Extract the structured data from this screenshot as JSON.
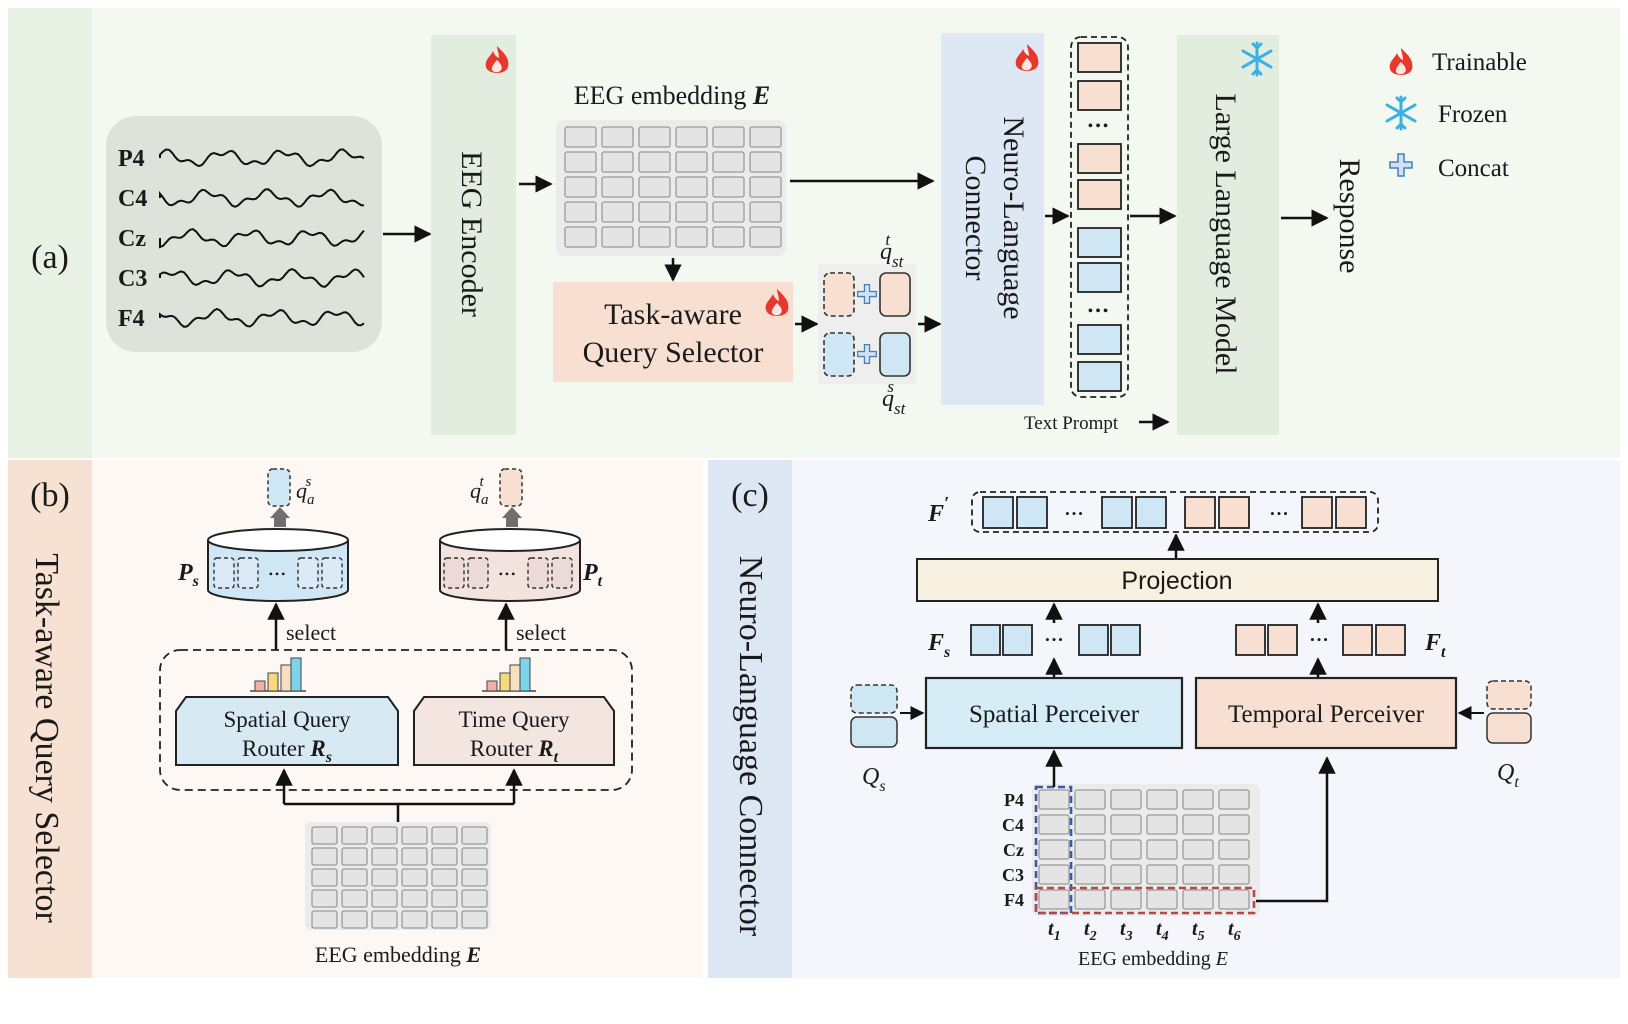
{
  "colors": {
    "panel_a_bg": "#f3f8f1",
    "panel_a_label_bg": "#e4eee0",
    "panel_b_bg": "#fdf8f4",
    "panel_b_label_bg": "#f6e1d3",
    "panel_c_bg": "#f4f6fb",
    "panel_c_label_bg": "#dde7f3",
    "peach": "#f7dfd2",
    "blue": "#cfe6f4",
    "grid_cell": "#e4e4e4",
    "flame": "#e8382b",
    "snow": "#3ab1e6"
  },
  "panel_a": {
    "label": "(a)",
    "channels": [
      "P4",
      "C4",
      "Cz",
      "C3",
      "F4"
    ],
    "eeg_encoder": "EEG Encoder",
    "eeg_embedding_prefix": "EEG embedding ",
    "eeg_embedding_symbol": "E",
    "selector_line1": "Task-aware",
    "selector_line2": "Query Selector",
    "q_base": "q",
    "q_sub": "st",
    "q_top_sup": "t",
    "q_bottom_sup": "s",
    "connector_line1": "Neuro-Language",
    "connector_line2": "Connector",
    "ellipsis": "•••",
    "text_prompt": "Text Prompt",
    "llm": "Large Language Model",
    "response": "Response"
  },
  "legend": {
    "trainable": "Trainable",
    "frozen": "Frozen",
    "concat": "Concat"
  },
  "panel_b": {
    "label": "(b)",
    "side_title": "Task-aware Query Selector",
    "qa_base": "q",
    "qa_sub": "a",
    "qa_left_sup": "s",
    "qa_right_sup": "t",
    "pool_base": "P",
    "pool_left_sub": "s",
    "pool_right_sub": "t",
    "select": "select",
    "router_left_line1": "Spatial Query",
    "router_left_line2": "Router ",
    "router_right_line1": "Time Query",
    "router_right_line2": "Router ",
    "router_sym": "R",
    "router_left_sub": "s",
    "router_right_sub": "t",
    "emb_prefix": "EEG embedding ",
    "emb_symbol": "E"
  },
  "panel_c": {
    "label": "(c)",
    "side_title": "Neuro-Language Connector",
    "f_prime": "F",
    "f_prime_mark": "′",
    "projection": "Projection",
    "f_base": "F",
    "f_s_sub": "s",
    "f_t_sub": "t",
    "spatial": "Spatial Perceiver",
    "temporal": "Temporal Perceiver",
    "q_base": "Q",
    "q_s_sub": "s",
    "q_t_sub": "t",
    "channels": [
      "P4",
      "C4",
      "Cz",
      "C3",
      "F4"
    ],
    "t_base": "t",
    "t_subs": [
      "1",
      "2",
      "3",
      "4",
      "5",
      "6"
    ],
    "emb_prefix": "EEG embedding ",
    "emb_symbol": "E",
    "dots": "•••"
  }
}
